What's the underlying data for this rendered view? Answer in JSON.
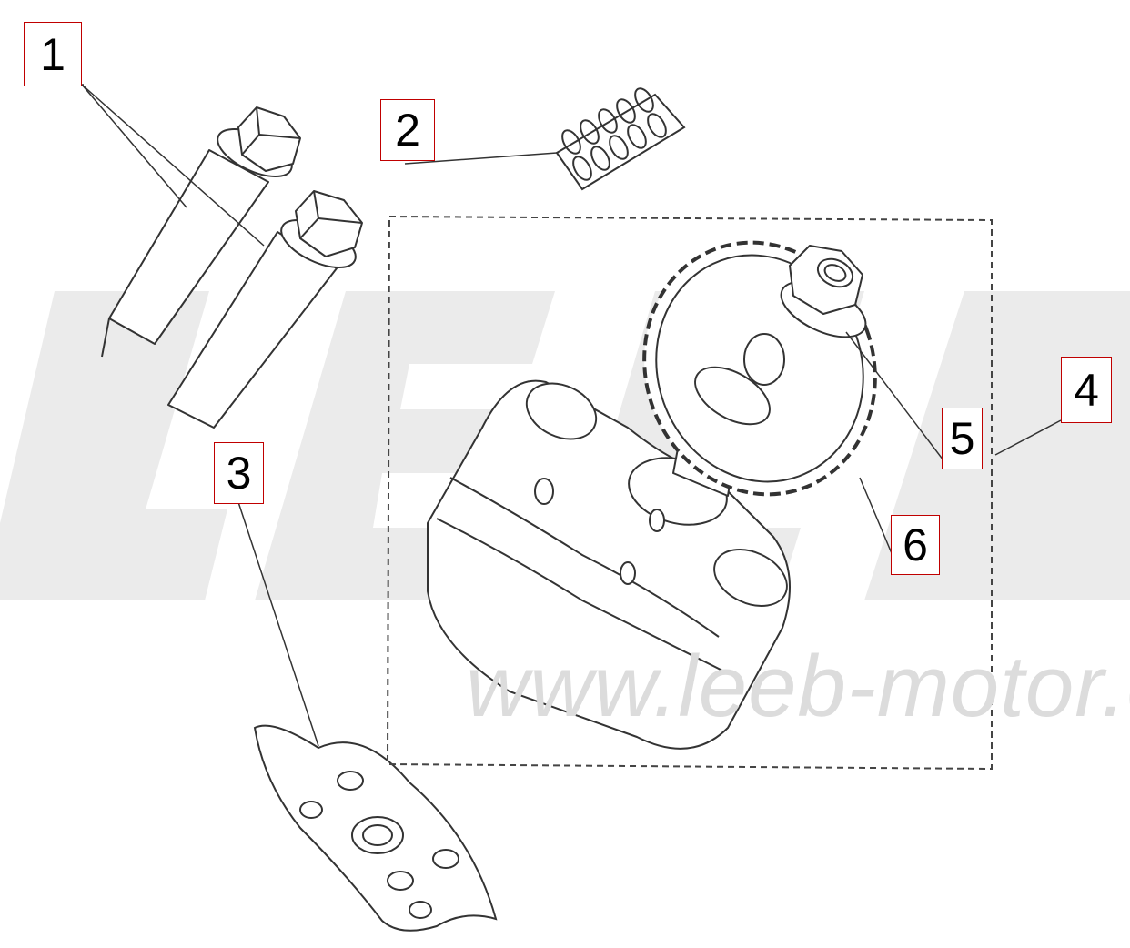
{
  "diagram": {
    "callouts": [
      {
        "id": "c1",
        "label": "1"
      },
      {
        "id": "c2",
        "label": "2"
      },
      {
        "id": "c3",
        "label": "3"
      },
      {
        "id": "c4",
        "label": "4"
      },
      {
        "id": "c5",
        "label": "5"
      },
      {
        "id": "c6",
        "label": "6"
      }
    ],
    "watermark_text": "www.leeb-motor.c",
    "colors": {
      "callout_border": "#c00000",
      "line_art": "#333333",
      "watermark": "#e6e6e6"
    }
  }
}
